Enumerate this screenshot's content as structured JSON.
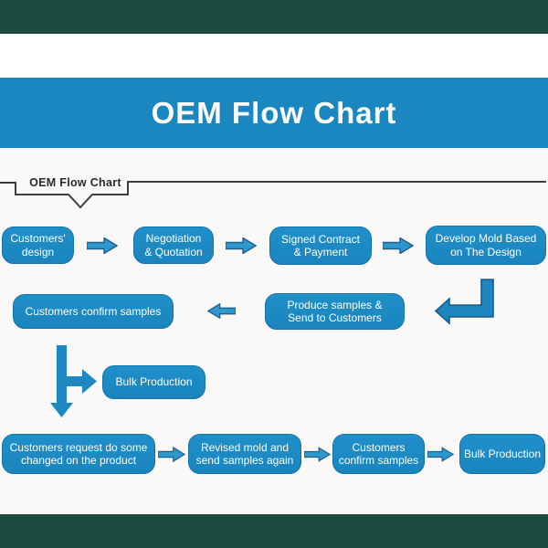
{
  "banner": {
    "title": "OEM Flow Chart"
  },
  "section": {
    "label": "OEM Flow Chart"
  },
  "nodes": {
    "customers_design": "Customers'\ndesign",
    "negotiation_quotation": "Negotiation\n& Quotation",
    "signed_contract_payment": "Signed Contract\n& Payment",
    "develop_mold": "Develop Mold Based\non The Design",
    "customers_confirm_samples": "Customers confirm samples",
    "produce_samples": "Produce samples &\nSend to Customers",
    "bulk_production_mid": "Bulk Production",
    "request_changes": "Customers request do some\nchanged on the product",
    "revised_mold": "Revised mold and\nsend samples again",
    "customers_confirm_samples_2": "Customers\nconfirm samples",
    "bulk_production_end": "Bulk Production"
  },
  "colors": {
    "banner_blue": "#1b87c1",
    "node_blue": "#1a84bd",
    "node_border": "#1474a8",
    "arrow_fill": "#2e97cb",
    "arrow_outline": "#1c5f8f",
    "connector_blue": "#1e88c0",
    "frame_bar_green": "#1d4a3e",
    "bracket_line": "#3f3f3f",
    "background": "#faf9f7"
  }
}
